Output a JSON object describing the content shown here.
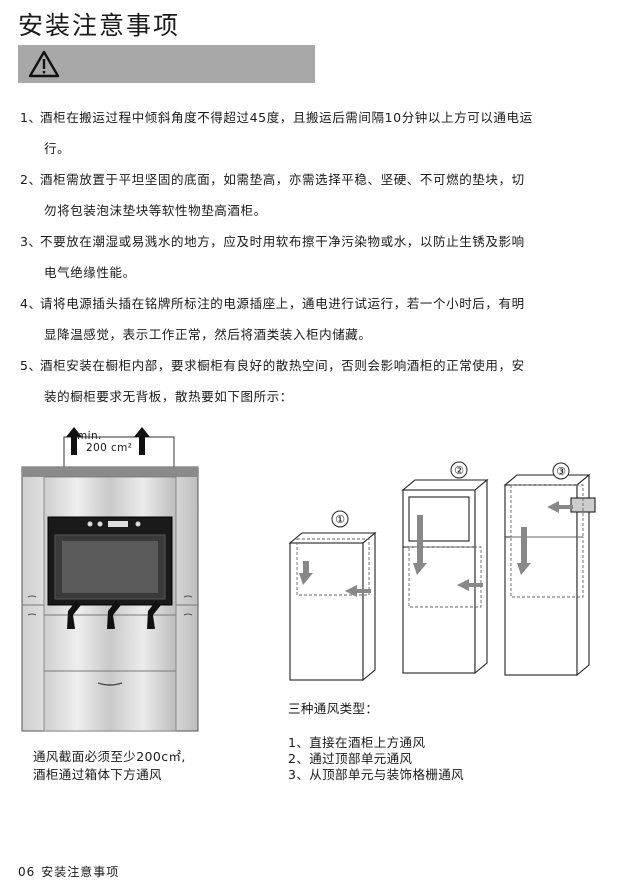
{
  "page": {
    "title": "安装注意事项",
    "items": [
      {
        "num": "1、",
        "line1": "酒柜在搬运过程中倾斜角度不得超过45度，且搬运后需间隔10分钟以上方可以通电运",
        "line2": "行。"
      },
      {
        "num": "2、",
        "line1": "酒柜需放置于平坦坚固的底面，如需垫高，亦需选择平稳、坚硬、不可燃的垫块，切",
        "line2": "勿将包装泡沫垫块等软性物垫高酒柜。"
      },
      {
        "num": "3、",
        "line1": "不要放在潮湿或易溅水的地方，应及时用软布擦干净污染物或水，以防止生锈及影响",
        "line2": "电气绝缘性能。"
      },
      {
        "num": "4、",
        "line1": "请将电源插头插在铭牌所标注的电源插座上，通电进行试运行，若一个小时后，有明",
        "line2": "显降温感觉，表示工作正常，然后将酒类装入柜内储藏。"
      },
      {
        "num": "5、",
        "line1": "酒柜安装在橱柜内部，要求橱柜有良好的散热空间，否则会影响酒柜的正常使用，安",
        "line2": "装的橱柜要求无背板，散热要如下图所示："
      }
    ],
    "figure_left": {
      "min_label": "min.",
      "area_label": "200 cm²",
      "caption_line1": "通风截面必须至少200c㎡,",
      "caption_line2": "酒柜通过箱体下方通风"
    },
    "figure_right": {
      "markers": [
        "①",
        "②",
        "③"
      ],
      "caption_title": "三种通风类型：",
      "types": [
        "1、直接在酒柜上方通风",
        "2、通过顶部单元通风",
        "3、从顶部单元与装饰格栅通风"
      ]
    },
    "footer": {
      "page_number": "06",
      "section": "安装注意事项"
    }
  }
}
